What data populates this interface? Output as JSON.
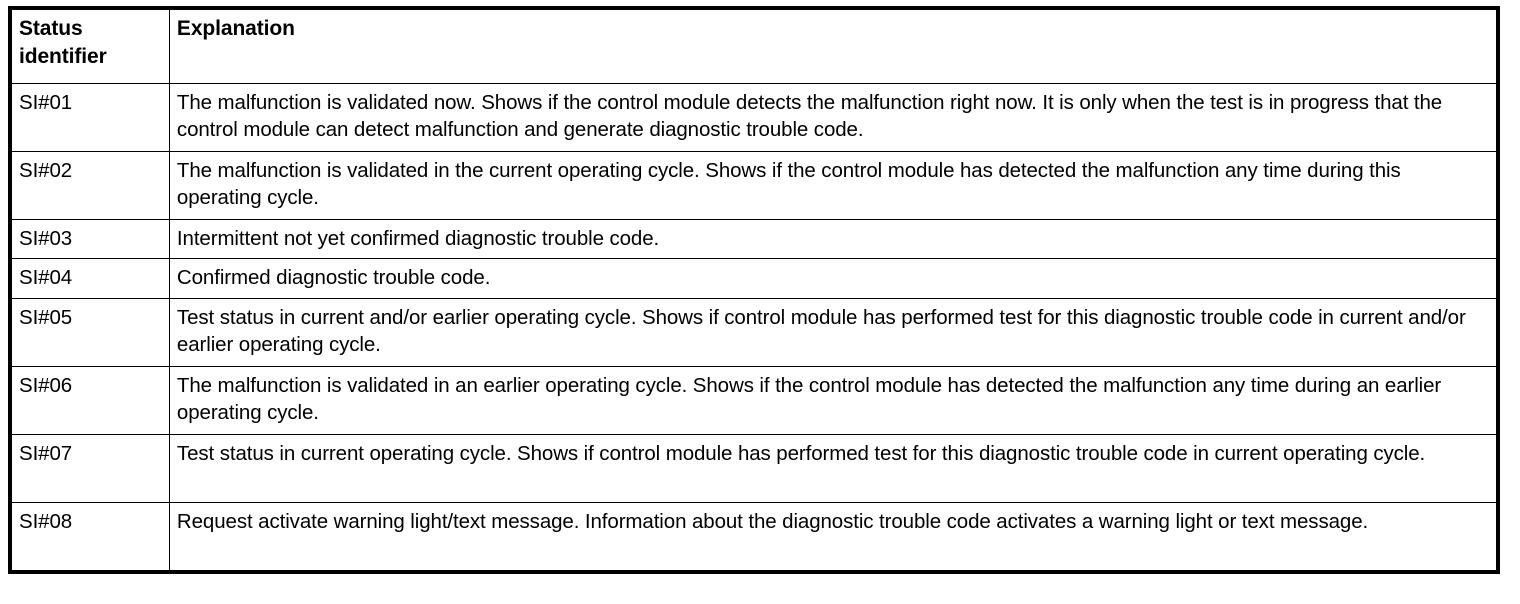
{
  "table": {
    "headers": {
      "status_identifier": "Status identifier",
      "explanation": "Explanation"
    },
    "rows": [
      {
        "id": "SI#01",
        "explanation": "The malfunction is validated now. Shows if the control module detects the malfunction right now. It is only when the test is in progress that the control module can detect malfunction and generate diagnostic trouble code."
      },
      {
        "id": "SI#02",
        "explanation": "The malfunction is validated in the current operating cycle. Shows if the control module has detected the malfunction any time during this operating cycle."
      },
      {
        "id": "SI#03",
        "explanation": "Intermittent not yet confirmed diagnostic trouble code."
      },
      {
        "id": "SI#04",
        "explanation": "Confirmed diagnostic trouble code."
      },
      {
        "id": "SI#05",
        "explanation": "Test status in current and/or earlier operating cycle. Shows if control module has performed test for this diagnostic trouble code in current and/or earlier operating cycle."
      },
      {
        "id": "SI#06",
        "explanation": "The malfunction is validated in an earlier operating cycle. Shows if the control module has detected the malfunction any time during an earlier operating cycle."
      },
      {
        "id": "SI#07",
        "explanation": "Test status in current operating cycle. Shows if control module has performed test for this diagnostic trouble code in current operating cycle."
      },
      {
        "id": "SI#08",
        "explanation": "Request activate warning light/text message. Information about the diagnostic trouble code activates a warning light or text message."
      }
    ]
  },
  "colors": {
    "border": "#000000",
    "text": "#000000",
    "background": "#ffffff"
  }
}
